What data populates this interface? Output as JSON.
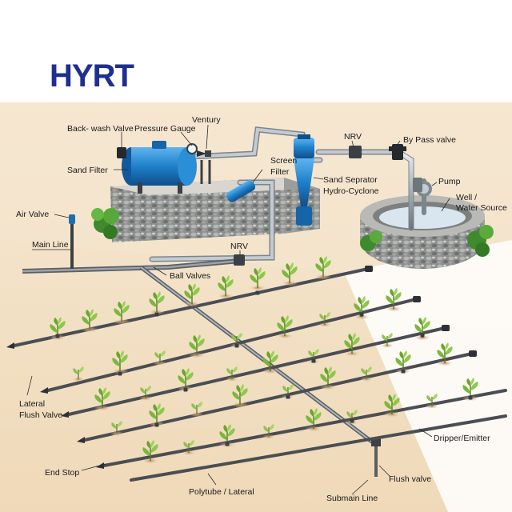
{
  "logo": {
    "text": "HYRT",
    "color": "#1f2f8f"
  },
  "colors": {
    "ground": "#f3e3cc",
    "pipe": "#55595e",
    "steel": "#9aa3ad",
    "tank": "#1e7fc9",
    "plant": "#79b83a",
    "soil": "#c99b6a"
  },
  "labels": {
    "backwash_valve": "Back- wash Valve",
    "pressure_gauge": "Pressure Gauge",
    "venturi": "Ventury",
    "sand_filter": "Sand Filter",
    "screen_filter_1": "Screen",
    "screen_filter_2": "Filter",
    "nrv_top": "NRV",
    "bypass_valve": "By Pass valve",
    "sand_separator_1": "Sand Seprator",
    "sand_separator_2": "Hydro-Cyclone",
    "pump": "Pump",
    "well_1": "Well /",
    "well_2": "Water Source",
    "air_valve": "Air Valve",
    "main_line": "Main Line",
    "nrv_main": "NRV",
    "ball_valves": "Ball Valves",
    "lateral_flush_1": "Lateral",
    "lateral_flush_2": "Flush Valve",
    "dripper": "Dripper/Emitter",
    "end_stop": "End Stop",
    "polytube": "Polytube / Lateral",
    "submain": "Submain Line",
    "flush_valve": "Flush valve"
  }
}
